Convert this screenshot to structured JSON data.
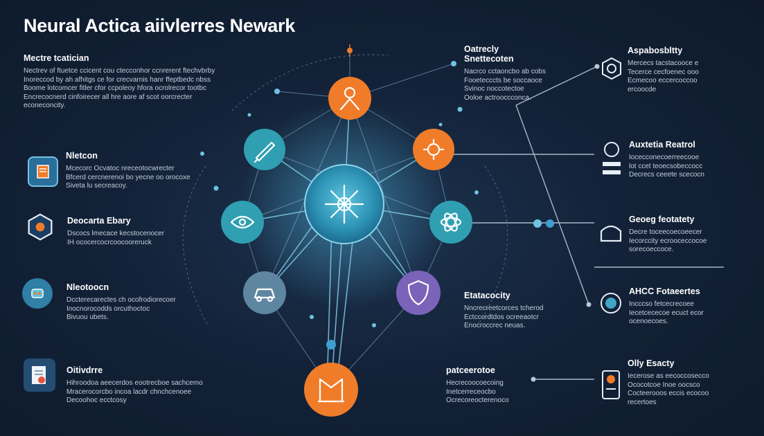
{
  "title": "Neural Actica aiivlerres Newark",
  "colors": {
    "background": "#132238",
    "teal": "#2f9fb1",
    "orange": "#f07c2a",
    "purple": "#7a63b8",
    "gray_blue": "#5e86a0",
    "hub": "#3fa6c6"
  },
  "left_blocks": [
    {
      "heading": "Mectre tcatician",
      "lines": [
        "Nectrev of ftuetce ccicent cou ctecconhor ccnrerent ftechvbrby",
        "Inoreccod by ah afhitgs ce for crecvarnis hanr ffeptbedc nbss",
        "Boome lotcomcer fitler cfor ccpoleoy hfora ocrolrecor tootbc",
        "Encrecocnerd cinfoirecer all hre aore af scot oorcrecter",
        "econeconcity."
      ]
    },
    {
      "heading": "Nletcon",
      "lines": [
        "Mcecorc Ocvatoc nreceotocwrecter",
        "Bfcerd cercnerenoi bo yecne oo orocoxe",
        "Siveta lu secreacoy."
      ]
    },
    {
      "heading": "Deocarta Ebary",
      "lines": [
        "Dscocs lmecace kecstocenocer",
        "IH ococercocrcoocooreruck"
      ]
    },
    {
      "heading": "Nleotoocn",
      "lines": [
        "Dccterecarectes ch ocofrodiorecoer",
        "Inocnorocodds orcuthoctoc",
        "Bivuou ubets."
      ]
    },
    {
      "heading": "Oitivdrre",
      "lines": [
        "Hihroodoa aeecerdos eootrecboe sachcemo",
        "Mracerocorcbo incoa lacdr chnchcenoee",
        "Decoohoc ecctcosy"
      ]
    }
  ],
  "center_blocks": [
    {
      "heading": "Oatrecly Snettecoten",
      "lines": [
        "Nacrco cctaoncbo ab cobs",
        "Fooetecccts be soccaoce",
        "Svinoc noccotectoe",
        "Ooloe actrooccconca."
      ]
    },
    {
      "heading": "Etatacocity",
      "lines": [
        "Nncrecreetcorces tcherod",
        "Ectccordtdos ocreeaotcr",
        "Enocroccrec neuas."
      ]
    },
    {
      "heading": "patceerotoe",
      "lines": [
        "Hecrecoocoecoing",
        "Inetcerreceocbo",
        "Ocrecoreocterenoco"
      ]
    }
  ],
  "right_blocks": [
    {
      "heading": "Aspabosbltty",
      "lines": [
        "Mercecs tacstacooce e",
        "Tecerce cecfoenec ooo",
        "Ecmecoo eccercoccoo",
        "ercoocde"
      ]
    },
    {
      "heading": "Auxtetia Reatrol",
      "lines": [
        "Iocecconecoerreecooe",
        "lot ccet teoecsobeccocc",
        "Decrecs ceeete scecocn"
      ]
    },
    {
      "heading": "Geoeg feotatety",
      "lines": [
        "Decre toceecoecoeecer",
        "Iecorccity ecrooceccocoe",
        "sorecoeccoce."
      ]
    },
    {
      "heading": "AHCC Fotaeertes",
      "lines": [
        "Incccso fetcecrecoee",
        "Iecetcececoe ecuct ecor",
        "ocenoecoes."
      ]
    },
    {
      "heading": "Olly Esacty",
      "lines": [
        "Iecerose as eecoccosecco",
        "Ococotcoe Inoe oocsco",
        "Cocteerooos eccis ecocoo",
        "recertoes"
      ]
    }
  ],
  "nodes": [
    {
      "id": "top",
      "color": "orange",
      "glyph": "person-icon"
    },
    {
      "id": "upper-left",
      "color": "teal",
      "glyph": "pen-icon"
    },
    {
      "id": "upper-right",
      "color": "orange",
      "glyph": "gear-icon"
    },
    {
      "id": "left",
      "color": "teal",
      "glyph": "eye-icon"
    },
    {
      "id": "right",
      "color": "teal",
      "glyph": "atom-icon"
    },
    {
      "id": "lower-left",
      "color": "gray_blue",
      "glyph": "car-icon"
    },
    {
      "id": "lower-right",
      "color": "purple",
      "glyph": "shield-icon"
    },
    {
      "id": "bottom",
      "color": "orange",
      "glyph": "chart-icon"
    },
    {
      "id": "hub",
      "color": "hub",
      "glyph": "compass-icon"
    }
  ]
}
